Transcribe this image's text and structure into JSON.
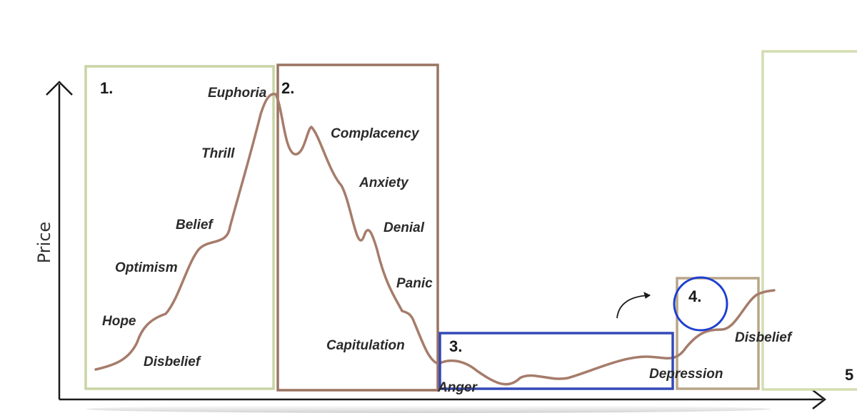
{
  "axis": {
    "y_label": "Price"
  },
  "stages": {
    "s1": {
      "label": "1.",
      "color": "#c9d4a4"
    },
    "s2": {
      "label": "2.",
      "color": "#9b7462"
    },
    "s3": {
      "label": "3.",
      "color": "#3448b8"
    },
    "s4": {
      "label": "4.",
      "color": "#b8a688"
    },
    "s5": {
      "label": "5",
      "color": "#d3ddb0"
    }
  },
  "emotions": {
    "euphoria": "Euphoria",
    "thrill": "Thrill",
    "belief": "Belief",
    "optimism": "Optimism",
    "hope": "Hope",
    "disbelief_1": "Disbelief",
    "complacency": "Complacency",
    "anxiety": "Anxiety",
    "denial": "Denial",
    "panic": "Panic",
    "capitulation": "Capitulation",
    "anger": "Anger",
    "depression": "Depression",
    "disbelief_2": "Disbelief"
  },
  "colors": {
    "curve": "#a67c6b",
    "axis": "#1a1a1a",
    "highlight_circle": "#1f3fd0"
  },
  "icons": {
    "pointer": "curved-arrow-icon"
  }
}
